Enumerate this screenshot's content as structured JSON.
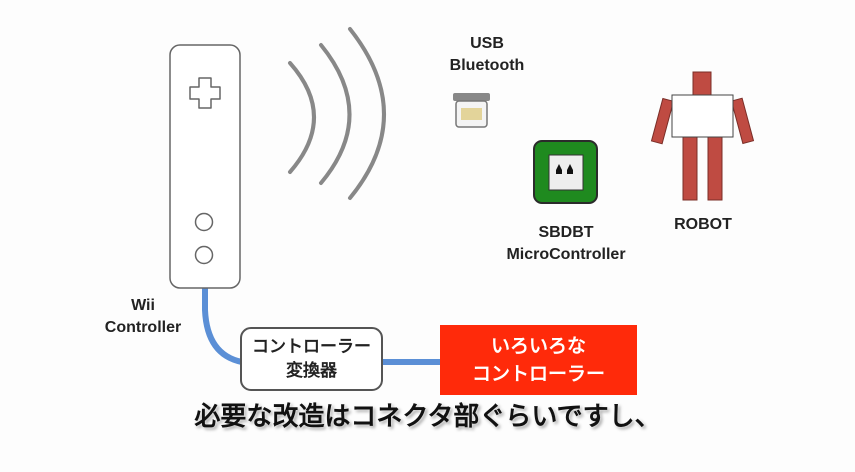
{
  "labels": {
    "usb_line1": "USB",
    "usb_line2": "Bluetooth",
    "sbdbt_line1": "SBDBT",
    "sbdbt_line2": "MicroController",
    "robot": "ROBOT",
    "wii_line1": "Wii",
    "wii_line2": "Controller"
  },
  "converter": {
    "line1": "コントローラー",
    "line2": "変換器"
  },
  "various": {
    "line1": "いろいろな",
    "line2": "コントローラー"
  },
  "subtitle": "必要な改造はコネクタ部ぐらいですし、",
  "colors": {
    "cable": "#5b8fd6",
    "chip": "#1f8a1f",
    "robot": "#bf4b42",
    "accent_box": "#ff2a0a"
  }
}
